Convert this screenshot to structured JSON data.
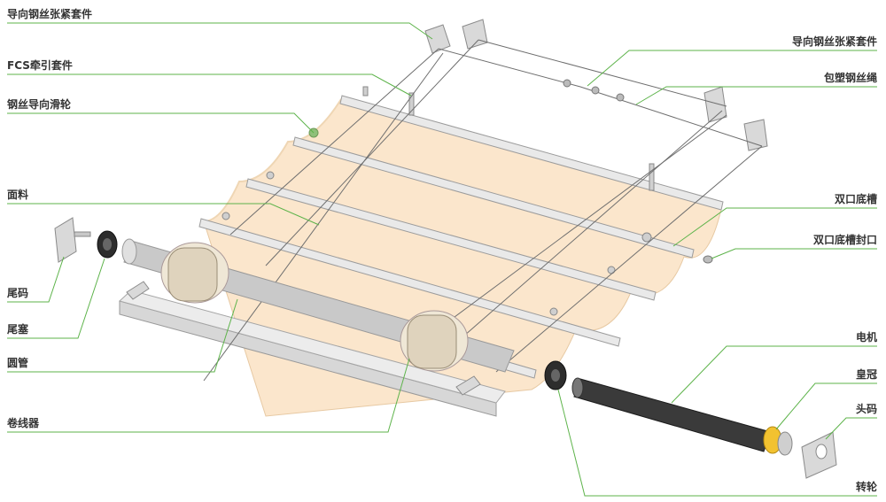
{
  "labels": {
    "guide_tension_kit_left": "导向钢丝张紧套件",
    "fcs_pull_kit": "FCS牵引套件",
    "wire_guide_pulley": "钢丝导向滑轮",
    "fabric": "面料",
    "tail_bracket": "尾码",
    "tail_plug": "尾塞",
    "round_tube": "圆管",
    "winder": "卷线器",
    "guide_tension_kit_right": "导向钢丝张紧套件",
    "coated_wire_rope": "包塑钢丝绳",
    "double_slot_bottom_rail": "双口底槽",
    "double_slot_end_cap": "双口底槽封口",
    "motor": "电机",
    "crown": "皇冠",
    "head_bracket": "头码",
    "drive_wheel": "转轮"
  },
  "colors": {
    "leader_line": "#5db34a",
    "fabric": "#fbe6cc",
    "label_text": "#333333",
    "motor": "#3a3a3a",
    "crown": "#f2c230"
  }
}
